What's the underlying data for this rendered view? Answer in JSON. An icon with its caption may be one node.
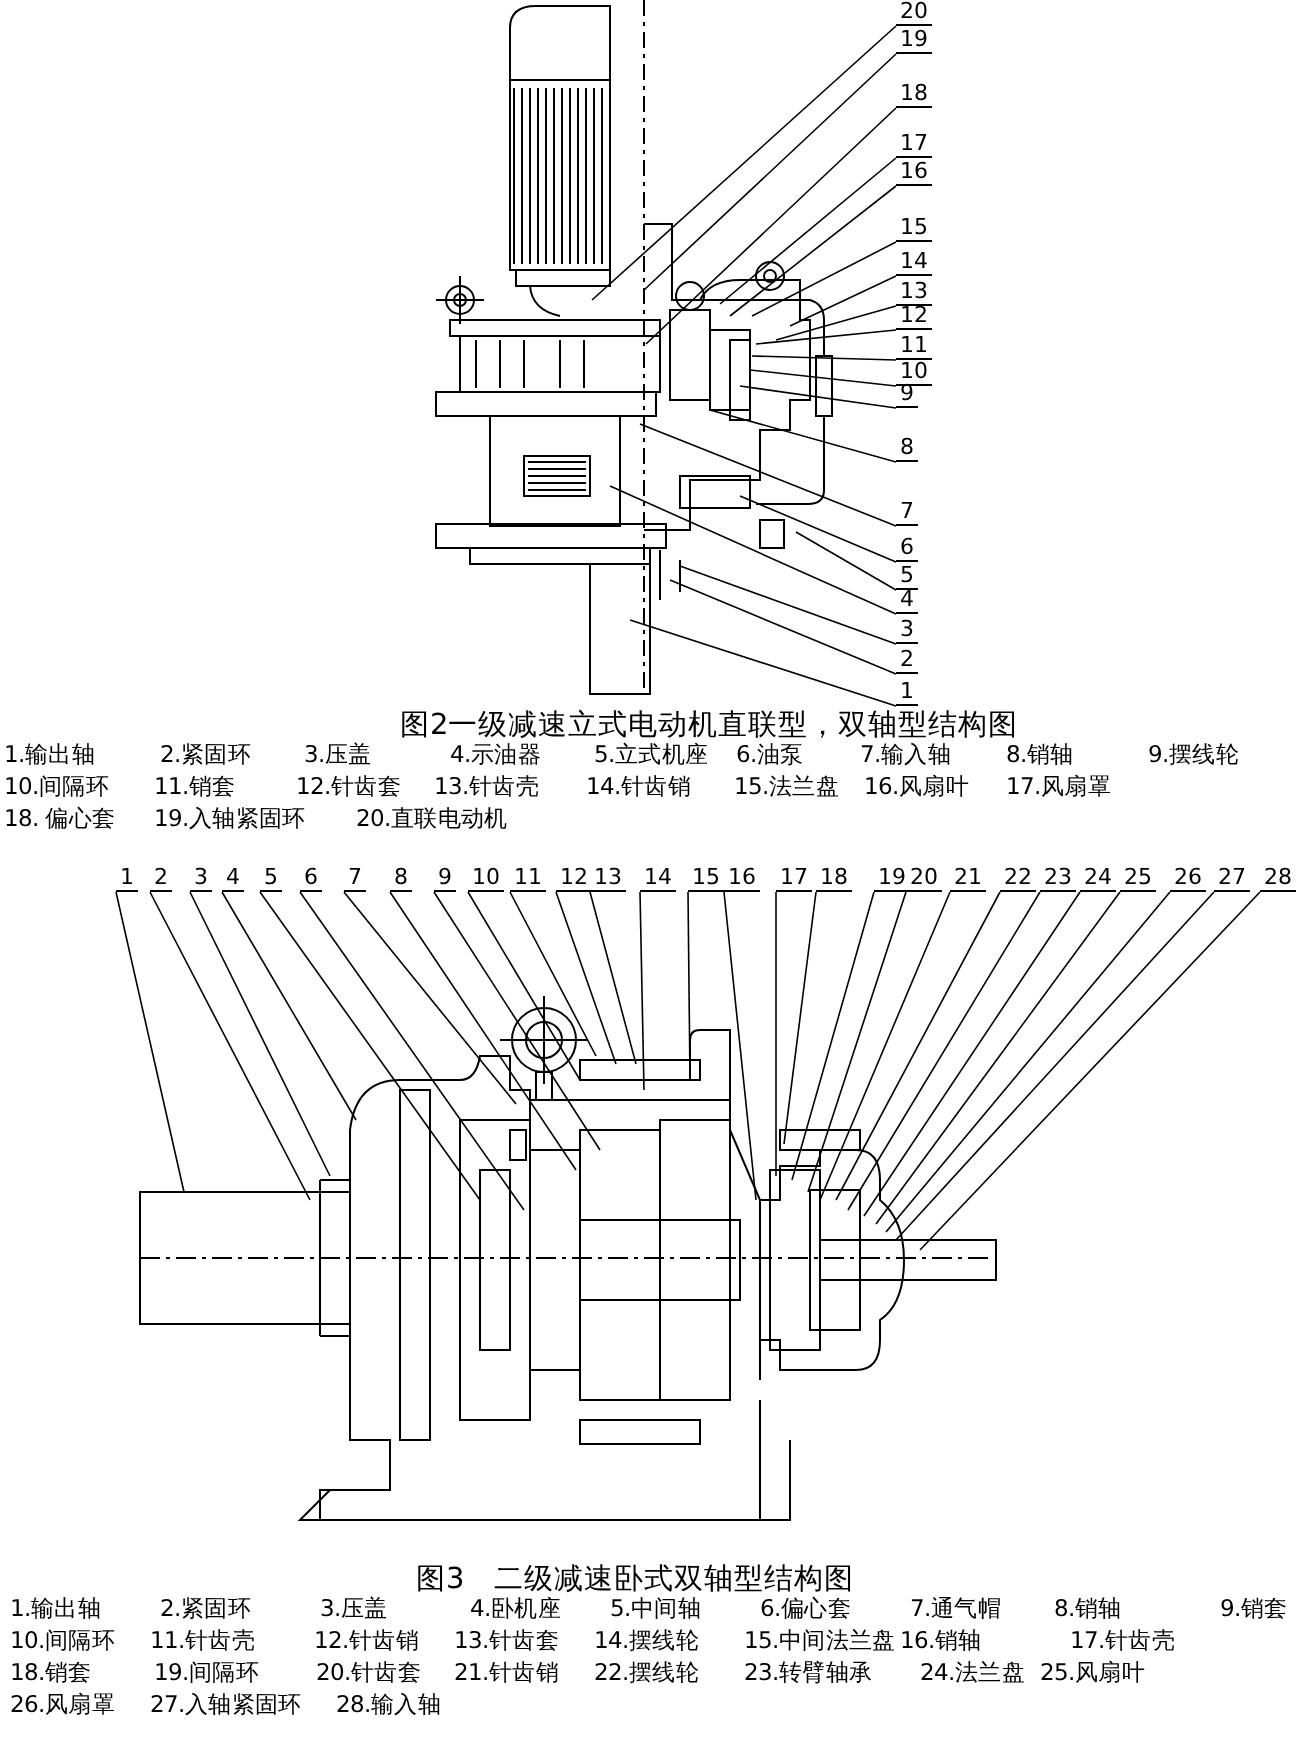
{
  "diagram": {
    "nodes": [
      {
        "text": [
          "20"
        ]
      },
      {
        "text": [
          "19"
        ]
      },
      {
        "text": [
          "18"
        ]
      },
      {
        "text": [
          "17"
        ]
      },
      {
        "text": [
          "16"
        ]
      },
      {
        "text": [
          "15"
        ]
      },
      {
        "text": [
          "14"
        ]
      },
      {
        "text": [
          "13"
        ]
      },
      {
        "text": [
          "12"
        ]
      },
      {
        "text": [
          "11"
        ]
      },
      {
        "text": [
          "10"
        ]
      },
      {
        "text": [
          "9"
        ]
      },
      {
        "text": [
          "8"
        ]
      },
      {
        "text": [
          "7"
        ]
      },
      {
        "text": [
          "6"
        ]
      },
      {
        "text": [
          "5"
        ]
      },
      {
        "text": [
          "4"
        ]
      },
      {
        "text": [
          "3"
        ]
      },
      {
        "text": [
          "2"
        ]
      },
      {
        "text": [
          "1"
        ]
      },
      {
        "text": [
          "1"
        ]
      },
      {
        "text": [
          "2"
        ]
      },
      {
        "text": [
          "3"
        ]
      },
      {
        "text": [
          "4"
        ]
      },
      {
        "text": [
          "5"
        ]
      },
      {
        "text": [
          "6"
        ]
      },
      {
        "text": [
          "7"
        ]
      },
      {
        "text": [
          "8"
        ]
      },
      {
        "text": [
          "9"
        ]
      },
      {
        "text": [
          "10"
        ]
      },
      {
        "text": [
          "11"
        ]
      },
      {
        "text": [
          "12"
        ]
      },
      {
        "text": [
          "13"
        ]
      },
      {
        "text": [
          "14"
        ]
      },
      {
        "text": [
          "15"
        ]
      },
      {
        "text": [
          "16"
        ]
      },
      {
        "text": [
          "17"
        ]
      },
      {
        "text": [
          "18"
        ]
      },
      {
        "text": [
          "19"
        ]
      },
      {
        "text": [
          "20"
        ]
      },
      {
        "text": [
          "21"
        ]
      },
      {
        "text": [
          "22"
        ]
      },
      {
        "text": [
          "23"
        ]
      },
      {
        "text": [
          "24"
        ]
      },
      {
        "text": [
          "25"
        ]
      },
      {
        "text": [
          "26"
        ]
      },
      {
        "text": [
          "27"
        ]
      },
      {
        "text": [
          "28"
        ]
      }
    ],
    "edges": [
      {
        "from": 0,
        "to": null,
        "arrow": "none"
      },
      {
        "from": 1,
        "to": null,
        "arrow": "none"
      },
      {
        "from": 2,
        "to": null,
        "arrow": "none"
      },
      {
        "from": 3,
        "to": null,
        "arrow": "none"
      },
      {
        "from": 4,
        "to": null,
        "arrow": "none"
      },
      {
        "from": 5,
        "to": null,
        "arrow": "none"
      },
      {
        "from": 6,
        "to": null,
        "arrow": "none"
      },
      {
        "from": 7,
        "to": null,
        "arrow": "none"
      },
      {
        "from": 8,
        "to": null,
        "arrow": "none"
      },
      {
        "from": 9,
        "to": null,
        "arrow": "none"
      },
      {
        "from": 10,
        "to": null,
        "arrow": "none"
      },
      {
        "from": 11,
        "to": null,
        "arrow": "none"
      },
      {
        "from": 12,
        "to": null,
        "arrow": "none"
      },
      {
        "from": 13,
        "to": null,
        "arrow": "none"
      },
      {
        "from": 14,
        "to": null,
        "arrow": "none"
      },
      {
        "from": 15,
        "to": null,
        "arrow": "none"
      },
      {
        "from": 16,
        "to": null,
        "arrow": "none"
      },
      {
        "from": 17,
        "to": null,
        "arrow": "none"
      },
      {
        "from": 18,
        "to": null,
        "arrow": "none"
      },
      {
        "from": 19,
        "to": null,
        "arrow": "none"
      },
      {
        "from": 20,
        "to": null,
        "arrow": "none"
      },
      {
        "from": 21,
        "to": null,
        "arrow": "none"
      },
      {
        "from": 22,
        "to": null,
        "arrow": "none"
      },
      {
        "from": 23,
        "to": null,
        "arrow": "none"
      },
      {
        "from": 24,
        "to": null,
        "arrow": "none"
      },
      {
        "from": 25,
        "to": null,
        "arrow": "none"
      },
      {
        "from": 26,
        "to": null,
        "arrow": "none"
      },
      {
        "from": 27,
        "to": null,
        "arrow": "none"
      },
      {
        "from": 28,
        "to": null,
        "arrow": "none"
      },
      {
        "from": 29,
        "to": null,
        "arrow": "none"
      },
      {
        "from": 30,
        "to": null,
        "arrow": "none"
      },
      {
        "from": 31,
        "to": null,
        "arrow": "none"
      },
      {
        "from": 32,
        "to": null,
        "arrow": "none"
      },
      {
        "from": 33,
        "to": null,
        "arrow": "none"
      },
      {
        "from": 34,
        "to": null,
        "arrow": "none"
      },
      {
        "from": 35,
        "to": null,
        "arrow": "none"
      },
      {
        "from": 36,
        "to": null,
        "arrow": "none"
      },
      {
        "from": 37,
        "to": null,
        "arrow": "none"
      },
      {
        "from": 38,
        "to": null,
        "arrow": "none"
      },
      {
        "from": 39,
        "to": null,
        "arrow": "none"
      },
      {
        "from": 40,
        "to": null,
        "arrow": "none"
      },
      {
        "from": 41,
        "to": null,
        "arrow": "none"
      },
      {
        "from": 42,
        "to": null,
        "arrow": "none"
      },
      {
        "from": 43,
        "to": null,
        "arrow": "none"
      },
      {
        "from": 44,
        "to": null,
        "arrow": "none"
      },
      {
        "from": 45,
        "to": null,
        "arrow": "none"
      },
      {
        "from": 46,
        "to": null,
        "arrow": "none"
      },
      {
        "from": 47,
        "to": null,
        "arrow": "none"
      }
    ],
    "labels": [
      "图2一级减速立式电动机直联型，双轴型结构图",
      "1.输出轴",
      "2.紧固环",
      "3.压盖",
      "4.示油器",
      "5.立式机座",
      "6.油泵",
      "7.输入轴",
      "8.销轴",
      "9.摆线轮",
      "10.间隔环",
      "11.销套",
      "12.针齿套",
      "13.针齿壳",
      "14.针齿销",
      "15.法兰盘",
      "16.风扇叶",
      "17.风扇罩",
      "18. 偏心套",
      "19.入轴紧固环",
      "20.直联电动机",
      "图3　二级减速卧式双轴型结构图",
      "1.输出轴",
      "2.紧固环",
      "3.压盖",
      "4.卧机座",
      "5.中间轴",
      "6.偏心套",
      "7.通气帽",
      "8.销轴",
      "9.销套",
      "10.间隔环",
      "11.针齿壳",
      "12.针齿销",
      "13.针齿套",
      "14.摆线轮",
      "15.中间法兰盘",
      "16.销轴",
      "17.针齿壳",
      "18.销套",
      "19.间隔环",
      "20.针齿套",
      "21.针齿销",
      "22.摆线轮",
      "23.转臂轴承",
      "24.法兰盘",
      "25.风扇叶",
      "26.风扇罩",
      "27.入轴紧固环",
      "28.输入轴"
    ]
  }
}
